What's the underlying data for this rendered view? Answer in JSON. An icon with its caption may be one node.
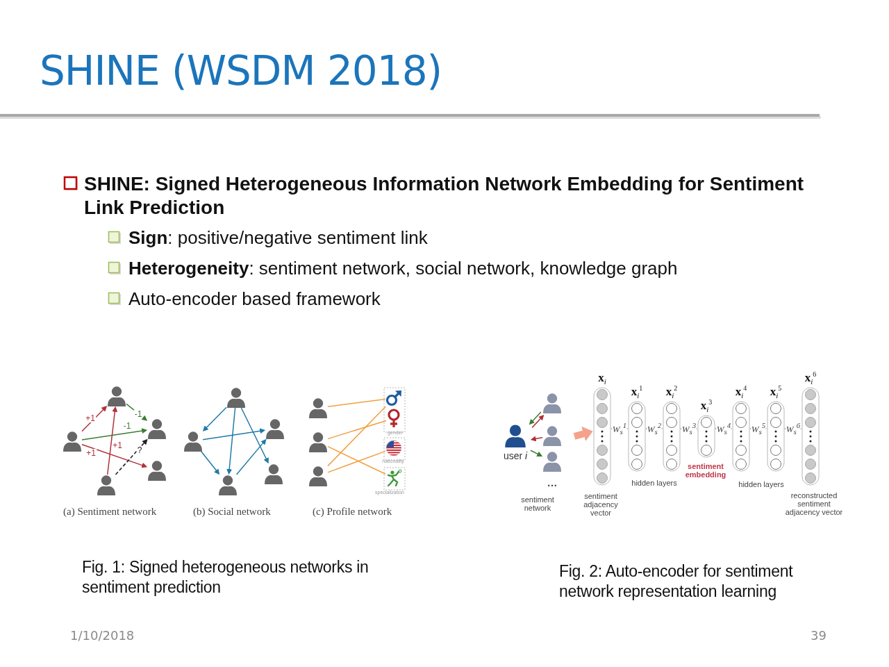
{
  "diagram": {
    "title": "SHINE (WSDM 2018)",
    "nodes": [
      {
        "text": [],
        "shape": "person"
      },
      {
        "text": [],
        "shape": "person"
      },
      {
        "text": [],
        "shape": "person"
      },
      {
        "text": [],
        "shape": "person"
      },
      {
        "text": [],
        "shape": "person"
      },
      {
        "text": [],
        "shape": "person"
      },
      {
        "text": [],
        "shape": "person"
      },
      {
        "text": [],
        "shape": "person"
      },
      {
        "text": [],
        "shape": "person"
      },
      {
        "text": [],
        "shape": "person"
      },
      {
        "text": [],
        "shape": "person"
      },
      {
        "text": [],
        "shape": "person"
      },
      {
        "text": [],
        "shape": "person"
      },
      {
        "text": [],
        "shape": "picture"
      },
      {
        "text": [],
        "shape": "picture"
      },
      {
        "text": [],
        "shape": "picture"
      },
      {
        "text": [],
        "shape": "picture"
      },
      {
        "text": [
          "user *i*"
        ]
      },
      {
        "text": [],
        "shape": "person"
      },
      {
        "text": [],
        "shape": "person"
      },
      {
        "text": [],
        "shape": "person"
      },
      {
        "text": [
          "**x**$_{i}$"
        ],
        "beside": [
          "sentiment adjacency vector"
        ]
      },
      {
        "text": [
          "**x**$_{i}$$^{1}$"
        ]
      },
      {
        "text": [
          "**x**$_{i}$$^{2}$"
        ]
      },
      {
        "text": [
          "**x**$_{i}$$^{3}$"
        ],
        "beside": [
          "sentiment embedding"
        ]
      },
      {
        "text": [
          "**x**$_{i}$$^{4}$"
        ]
      },
      {
        "text": [
          "**x**$_{i}$$^{5}$"
        ]
      },
      {
        "text": [
          "**x**$_{i}$$^{6}$"
        ],
        "beside": [
          "reconstructed sentiment adjacency vector"
        ]
      }
    ],
    "edges": [
      {
        "from": 1,
        "to": 0,
        "arrow": "to",
        "label": "+1",
        "color": "#b0303a"
      },
      {
        "from": 4,
        "to": 0,
        "arrow": "to",
        "label": "+1",
        "color": "#b0303a"
      },
      {
        "from": 0,
        "to": 2,
        "arrow": "to",
        "label": "-1",
        "color": "#3f7a35"
      },
      {
        "from": 1,
        "to": 2,
        "arrow": "to",
        "label": "-1",
        "color": "#3f7a35"
      },
      {
        "from": 1,
        "to": 3,
        "arrow": "to",
        "label": "+1",
        "color": "#b0303a"
      },
      {
        "from": 4,
        "to": 2,
        "arrow": "to",
        "label": "?",
        "style": "dashed",
        "color": "#222222"
      },
      {
        "from": 5,
        "to": 6,
        "arrow": "to",
        "color": "#1f7aa8"
      },
      {
        "from": 5,
        "to": 9,
        "arrow": "to",
        "color": "#1f7aa8"
      },
      {
        "from": 5,
        "to": 8,
        "arrow": "to",
        "color": "#1f7aa8"
      },
      {
        "from": 6,
        "to": 7,
        "arrow": "to",
        "color": "#1f7aa8"
      },
      {
        "from": 6,
        "to": 9,
        "arrow": "to",
        "color": "#1f7aa8"
      },
      {
        "from": 9,
        "to": 7,
        "arrow": "to",
        "color": "#1f7aa8"
      },
      {
        "from": 10,
        "to": 13,
        "arrow": "none",
        "color": "#f0a040"
      },
      {
        "from": 11,
        "to": 14,
        "arrow": "none",
        "color": "#f0a040"
      },
      {
        "from": 11,
        "to": 16,
        "arrow": "none",
        "color": "#f0a040"
      },
      {
        "from": 12,
        "to": 13,
        "arrow": "none",
        "color": "#f0a040"
      },
      {
        "from": 12,
        "to": 15,
        "arrow": "none",
        "color": "#f0a040"
      },
      {
        "from": 17,
        "to": 18,
        "arrow": "to",
        "color": "#b0303a"
      },
      {
        "from": 18,
        "to": 17,
        "arrow": "to",
        "color": "#3f7a35"
      },
      {
        "from": 19,
        "to": 17,
        "arrow": "to",
        "color": "#b0303a"
      },
      {
        "from": 17,
        "to": 20,
        "arrow": "to",
        "color": "#3f7a35"
      },
      {
        "from": null,
        "to": 21,
        "arrow": "to",
        "style": "thick",
        "color": "#f4a28c"
      },
      {
        "from": 21,
        "to": 22,
        "arrow": "to",
        "label": "W$_{s}$$^{1}$"
      },
      {
        "from": 22,
        "to": 23,
        "arrow": "to",
        "label": "W$_{s}$$^{2}$"
      },
      {
        "from": 23,
        "to": 24,
        "arrow": "to",
        "label": "W$_{s}$$^{3}$"
      },
      {
        "from": 24,
        "to": 25,
        "arrow": "to",
        "label": "W$_{s}$$^{4}$"
      },
      {
        "from": 25,
        "to": 26,
        "arrow": "to",
        "label": "W$_{s}$$^{5}$"
      },
      {
        "from": 26,
        "to": 27,
        "arrow": "to",
        "label": "W$_{s}$$^{6}$"
      }
    ],
    "labels": [
      "SHINE: Signed Heterogeneous Information Network Embedding for Sentiment Link Prediction",
      "**Sign**: positive/negative sentiment link",
      "**Heterogeneity**: sentiment network, social network, knowledge graph",
      "Auto-encoder based framework",
      "gender",
      "nationality",
      "specialization",
      "(a) Sentiment network",
      "(b) Social network",
      "(c) Profile network",
      "…",
      "sentiment network",
      "hidden layers",
      "hidden layers",
      "Fig. 1: Signed heterogeneous networks in sentiment prediction",
      "Fig. 2: Auto-encoder for sentiment network representation learning",
      "1/10/2018",
      "39"
    ]
  }
}
